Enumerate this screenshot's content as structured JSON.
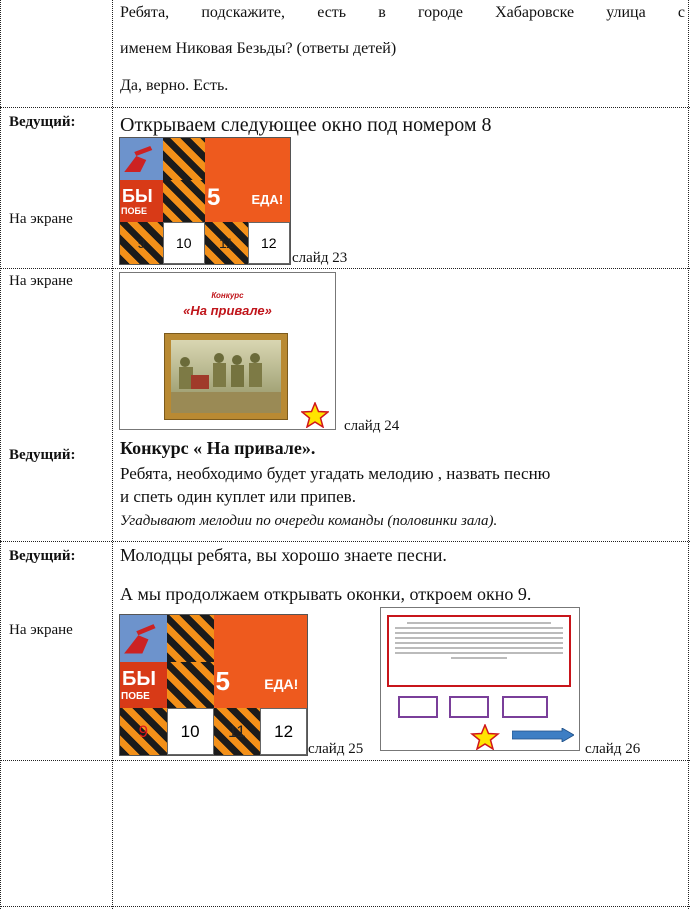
{
  "rows": [
    {
      "lines": [
        "Ребята, подскажите, есть в городе Хабаровске улица с",
        "именем Никовая Безьды? (ответы детей)",
        "Да, верно. Есть."
      ]
    },
    {
      "labels": [
        "Ведущий:",
        "На экране"
      ],
      "heading": "Открываем следующее окно под номером 8",
      "slide_caption": "слайд 23",
      "tiles": [
        "9",
        "10",
        "11",
        "12"
      ]
    },
    {
      "labels": [
        "На экране",
        "Ведущий:"
      ],
      "slide_caption": "слайд 24",
      "slide_title_small": "Конкурс",
      "slide_title_big": "«На привале»",
      "contest_title": "Конкурс « На привале».",
      "lines": [
        "Ребята, необходимо будет угадать мелодию , назвать песню",
        "и спеть один куплет или припев."
      ],
      "note": "Угадывают мелодии по очереди команды  (половинки зала)."
    },
    {
      "labels": [
        "Ведущий:",
        "На экране"
      ],
      "lines": [
        "Молодцы ребята, вы хорошо знаете песни.",
        "А мы продолжаем открывать оконки, откроем окно 9."
      ],
      "tiles": [
        "9",
        "10",
        "11",
        "12"
      ],
      "slide_caption_left": "слайд 25",
      "slide_caption_right": "слайд 26"
    }
  ],
  "poster_texts": [
    "БЫ",
    "ПОБЕ",
    "5",
    "ЕДА!"
  ],
  "colors": {
    "poster_blue": "#6d93cc",
    "poster_orange": "#ee5a1e",
    "ribbon_black": "#1b1b1b",
    "ribbon_orange": "#f39019",
    "accent_red": "#c0151b",
    "star_yellow": "#ffe400"
  }
}
